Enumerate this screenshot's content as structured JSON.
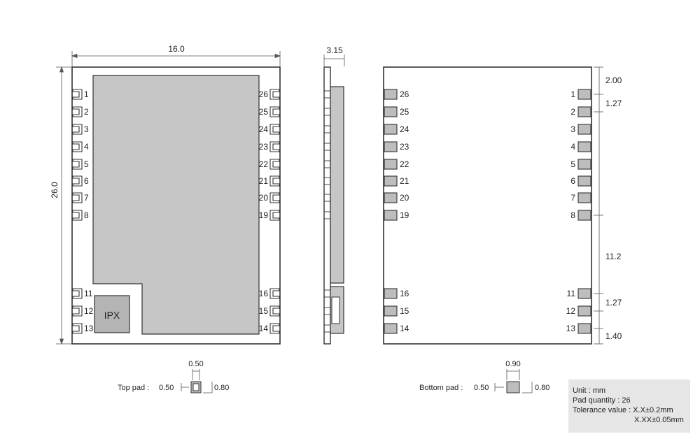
{
  "top_view": {
    "width_dim": "16.0",
    "height_dim": "26.0",
    "ipx_label": "IPX",
    "left_pins": [
      "1",
      "2",
      "3",
      "4",
      "5",
      "6",
      "7",
      "8"
    ],
    "left_pins_lower": [
      "11",
      "12",
      "13"
    ],
    "right_pins": [
      "26",
      "25",
      "24",
      "23",
      "22",
      "21",
      "20",
      "19"
    ],
    "right_pins_lower": [
      "16",
      "15",
      "14"
    ]
  },
  "side_view": {
    "thickness_dim": "3.15"
  },
  "bottom_view": {
    "left_pins": [
      "26",
      "25",
      "24",
      "23",
      "22",
      "21",
      "20",
      "19"
    ],
    "left_pins_lower": [
      "16",
      "15",
      "14"
    ],
    "right_pins": [
      "1",
      "2",
      "3",
      "4",
      "5",
      "6",
      "7",
      "8"
    ],
    "right_pins_lower": [
      "11",
      "12",
      "13"
    ],
    "dims": {
      "top_offset": "2.00",
      "pitch_upper": "1.27",
      "gap": "11.2",
      "pitch_lower": "1.27",
      "bottom_offset": "1.40"
    }
  },
  "top_pad": {
    "label": "Top pad :",
    "width": "0.50",
    "left_dim": "0.50",
    "right_dim": "0.80"
  },
  "bottom_pad": {
    "label": "Bottom pad :",
    "width": "0.90",
    "left_dim": "0.50",
    "right_dim": "0.80"
  },
  "info": {
    "unit": "Unit : mm",
    "pad_quantity": "Pad quantity : 26",
    "tolerance_1": "Tolerance value : X.X±0.2mm",
    "tolerance_2": "X.XX±0.05mm"
  },
  "colors": {
    "line": "#333333",
    "shield": "#c6c6c6",
    "ipx": "#b4b4b4",
    "pad": "#bdbdbd",
    "info_bg": "#e6e6e6"
  }
}
